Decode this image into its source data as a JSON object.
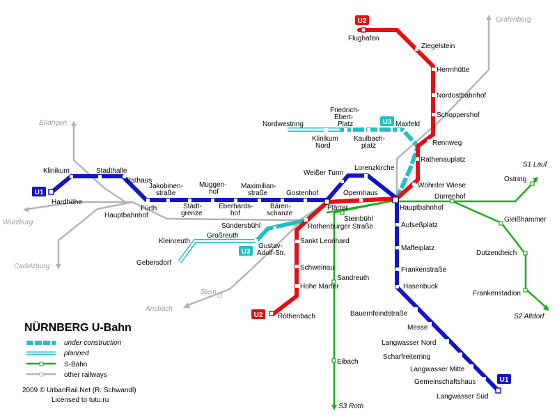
{
  "title": "NÜRNBERG U-Bahn",
  "credit_line1": "2009 © UrbanRail.Net (R. Schwandl)",
  "credit_line2": "Licensed to tutu.ru",
  "colors": {
    "u1": "#1414c8",
    "u2": "#e60f14",
    "u3": "#1ec0c4",
    "sbahn": "#1aac1a",
    "rail": "#b4b4b4"
  },
  "badges": {
    "u1": "U1",
    "u2": "U2",
    "u3": "U3"
  },
  "legend": {
    "under_construction": "under construction",
    "planned": "planned",
    "sbahn": "S-Bahn",
    "other_railways": "other railways"
  },
  "rail_destinations": {
    "erlangen": "Erlangen",
    "wuerzburg": "Würzburg",
    "cadolzburg": "Cadolzburg",
    "ansbach": "Ansbach",
    "graefenberg": "Gräfenberg",
    "stein": "Stein"
  },
  "sbahn_destinations": {
    "s1_lauf": "S1 Lauf",
    "s2_altdorf": "S2 Altdorf",
    "s3_roth": "S3 Roth"
  },
  "stations": {
    "hardhoehe": "Hardhöhe",
    "klinikum": "Klinikum",
    "stadthalle": "Stadthalle",
    "rathaus": "Rathaus",
    "fuerth_hbf_1": "Fürth",
    "fuerth_hbf_2": "Hauptbahnhof",
    "jakobinen_1": "Jakobinen-",
    "jakobinen_2": "straße",
    "stadtgrenze_1": "Stadt-",
    "stadtgrenze_2": "grenze",
    "muggenhof_1": "Muggen-",
    "muggenhof_2": "hof",
    "eberhardshof_1": "Eberhards-",
    "eberhardshof_2": "hof",
    "maximilian_1": "Maximilian-",
    "maximilian_2": "straße",
    "baerenschanze_1": "Bären-",
    "baerenschanze_2": "schanze",
    "gostenhof": "Gostenhof",
    "weisser_turm": "Weißer Turm",
    "lorenzkirche": "Lorenzkirche",
    "opernhaus": "Opernhaus",
    "plaerrer": "Plärrer",
    "hauptbahnhof": "Hauptbahnhof",
    "aufsessplatz": "Aufseßplatz",
    "maffeiplatz": "Maffeiplatz",
    "frankenstrasse": "Frankenstraße",
    "hasenbuck": "Hasenbuck",
    "bauernfeindstrasse": "Bauernfeindstraße",
    "messe": "Messe",
    "langwasser_nord": "Langwasser Nord",
    "scharfreiterring": "Scharfreiterring",
    "langwasser_mitte": "Langwasser Mitte",
    "gemeinschaftshaus": "Gemeinschaftshaus",
    "langwasser_sued": "Langwasser Süd",
    "flughafen": "Flughafen",
    "ziegelstein": "Ziegelstein",
    "herrnhuette": "Herrnhütte",
    "nordostbahnhof": "Nordostbahnhof",
    "schoppershof": "Schoppershof",
    "rennweg": "Rennweg",
    "rathenauplatz": "Rathenauplatz",
    "woehrder_wiese": "Wöhrder Wiese",
    "rothenburger": "Rothenburger Straße",
    "st_leonhard": "Sankt Leonhard",
    "schweinau": "Schweinau",
    "hohe_marter": "Hohe Marter",
    "roethenbach": "Röthenbach",
    "nordwestring": "Nordwestring",
    "friedrich_1": "Friedrich-",
    "friedrich_2": "Ebert-",
    "friedrich_3": "Platz",
    "klinikum_nord_1": "Klinikum",
    "klinikum_nord_2": "Nord",
    "kaulbach_1": "Kaulbach-",
    "kaulbach_2": "platz",
    "maxfeld": "Maxfeld",
    "suendersbuehl": "Sündersbühl",
    "grossreuth": "Großreuth",
    "kleinreuth": "Kleinreuth",
    "gustav_1": "Gustav-",
    "gustav_2": "Adolf-Str.",
    "gebersdorf": "Gebersdorf",
    "steinbuehl": "Steinbühl",
    "sandreuth": "Sandreuth",
    "eibach": "Eibach",
    "duerrenhof": "Dürrenhof",
    "ostring": "Ostring",
    "gleisshammer": "Gleißhammer",
    "dutzendteich": "Dutzendteich",
    "frankenstadion": "Frankenstadion"
  }
}
